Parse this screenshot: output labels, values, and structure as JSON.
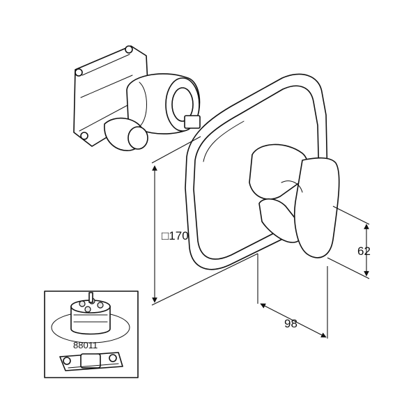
{
  "dimensions": {
    "square_symbol": "□",
    "height": "170",
    "projection": "98",
    "lever_height": "62"
  },
  "inset": {
    "part_number": "88011"
  }
}
